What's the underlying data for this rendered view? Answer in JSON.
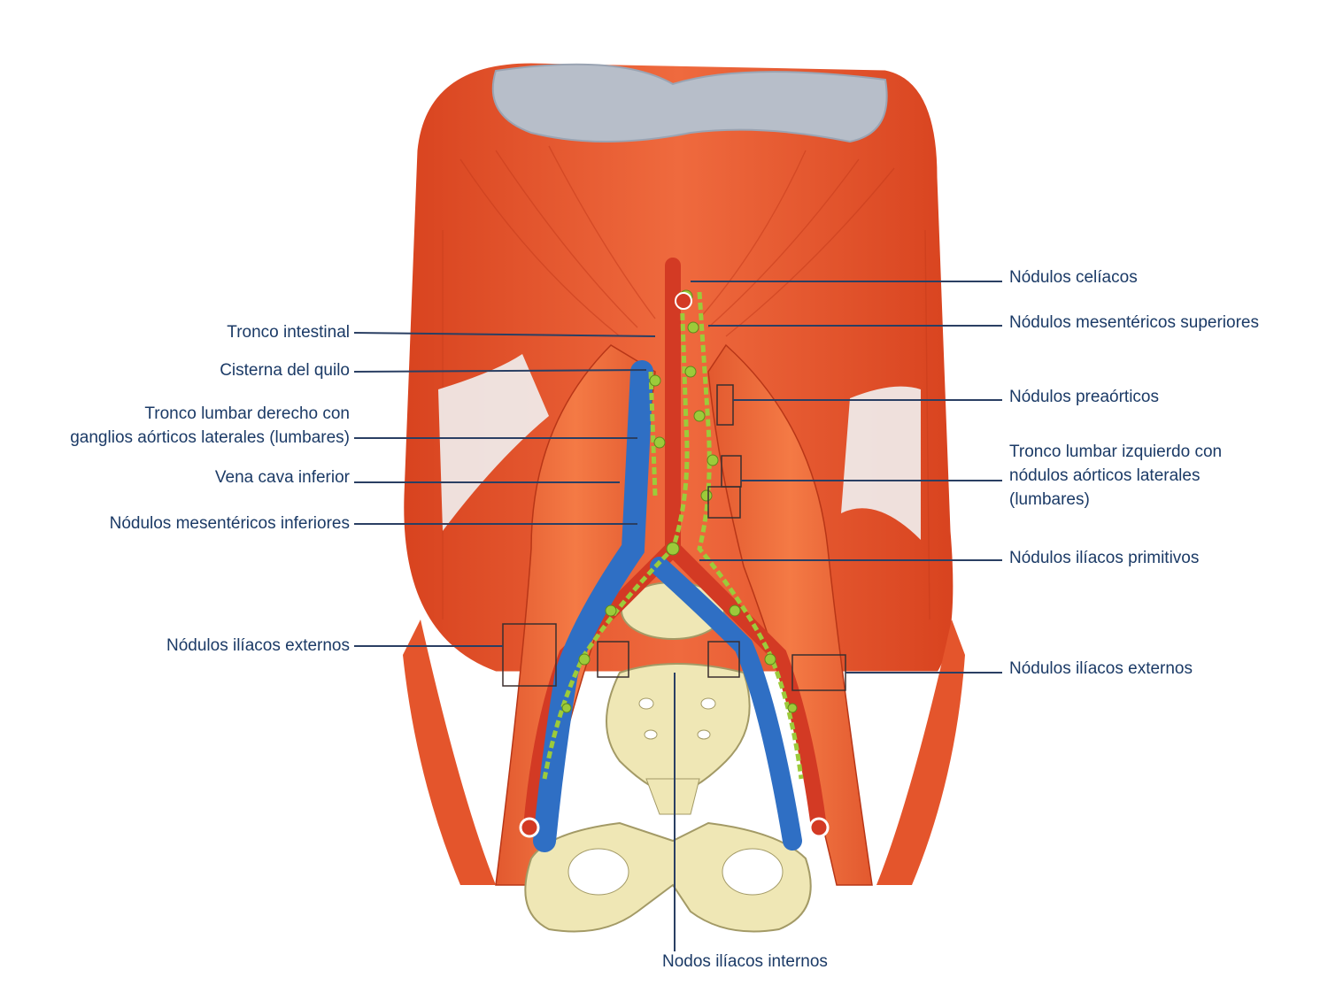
{
  "labels_left": [
    {
      "id": "tronco-intestinal",
      "text": "Tronco intestinal"
    },
    {
      "id": "cisterna-del-quilo",
      "text": "Cisterna del quilo"
    },
    {
      "id": "tronco-lumbar-derecho",
      "lines": [
        "Tronco lumbar derecho con",
        "ganglios aórticos laterales (lumbares)"
      ]
    },
    {
      "id": "vena-cava-inferior",
      "text": "Vena cava inferior"
    },
    {
      "id": "nodulos-mesentericos-inferiores",
      "text": "Nódulos mesentéricos inferiores"
    },
    {
      "id": "nodulos-iliacos-externos-left",
      "text": "Nódulos ilíacos externos"
    }
  ],
  "labels_right": [
    {
      "id": "nodulos-celiacos",
      "text": "Nódulos celíacos"
    },
    {
      "id": "nodulos-mesentericos-superiores",
      "text": "Nódulos mesentéricos superiores"
    },
    {
      "id": "nodulos-preaorticos",
      "text": "Nódulos preaórticos"
    },
    {
      "id": "tronco-lumbar-izquierdo",
      "lines": [
        "Tronco lumbar izquierdo con",
        "nódulos aórticos laterales",
        "(lumbares)"
      ]
    },
    {
      "id": "nodulos-iliacos-primitivos",
      "text": "Nódulos ilíacos primitivos"
    },
    {
      "id": "nodulos-iliacos-externos-right",
      "text": "Nódulos ilíacos externos"
    }
  ],
  "label_bottom": {
    "id": "nodos-iliacos-internos",
    "text": "Nodos ilíacos internos"
  },
  "colors": {
    "muscle": "#e8552f",
    "muscle_dark": "#c9381c",
    "diaphragm": "#b7bec9",
    "bone": "#efe7b5",
    "vein": "#2f6fc4",
    "artery": "#d33a24",
    "lymph": "#9ccb3a",
    "label": "#1b3a66",
    "leader": "#2a3f63"
  }
}
